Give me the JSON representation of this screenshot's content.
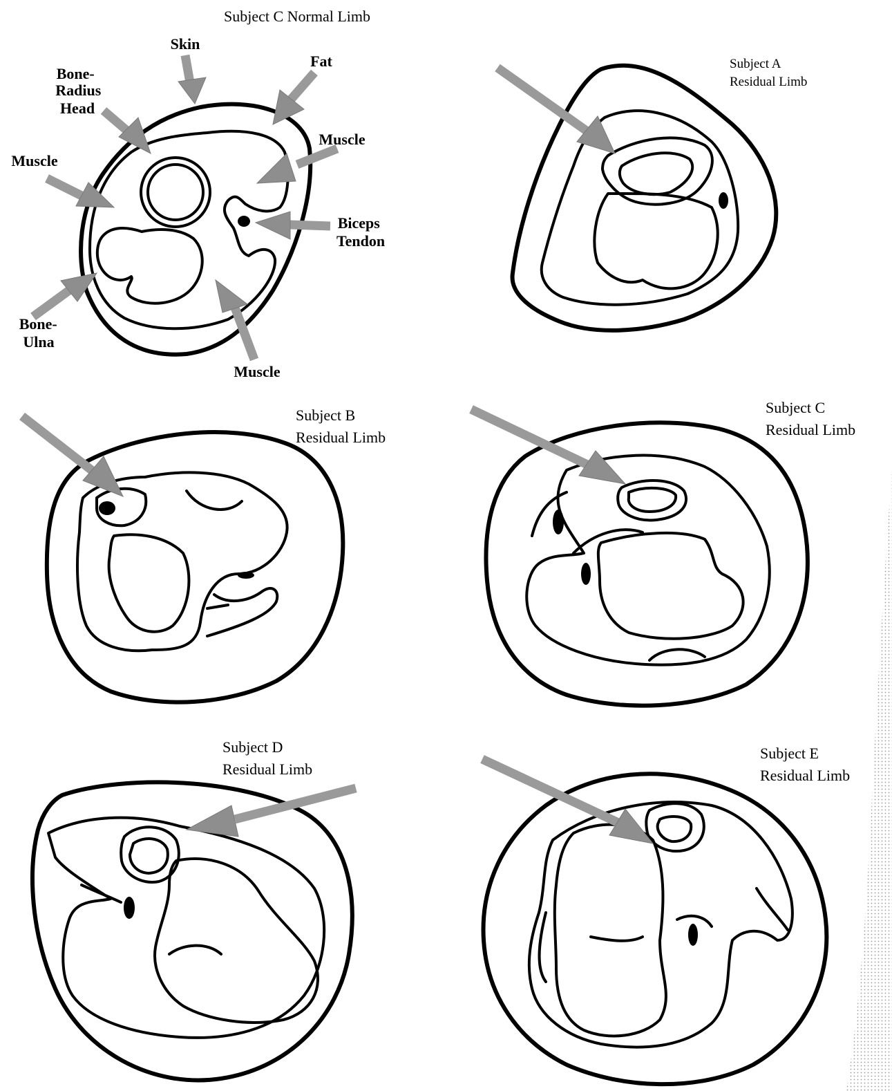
{
  "figure": {
    "panels": [
      {
        "id": "normal_c",
        "title_lines": [
          "Subject C Normal Limb"
        ]
      },
      {
        "id": "residual_a",
        "title_lines": [
          "Subject A",
          "Residual Limb"
        ]
      },
      {
        "id": "residual_b",
        "title_lines": [
          "Subject B",
          "Residual Limb"
        ]
      },
      {
        "id": "residual_c",
        "title_lines": [
          "Subject C",
          "Residual Limb"
        ]
      },
      {
        "id": "residual_d",
        "title_lines": [
          "Subject D",
          "Residual Limb"
        ]
      },
      {
        "id": "residual_e",
        "title_lines": [
          "Subject E",
          "Residual Limb"
        ]
      }
    ],
    "anatomy_labels": {
      "skin": [
        "Skin"
      ],
      "fat": [
        "Fat"
      ],
      "radius_head": [
        "Bone-",
        "Radius",
        "Head"
      ],
      "muscle_left": [
        "Muscle"
      ],
      "muscle_right": [
        "Muscle"
      ],
      "biceps_tendon": [
        "Biceps",
        "Tendon"
      ],
      "ulna": [
        "Bone-",
        "Ulna"
      ],
      "muscle_bottom": [
        "Muscle"
      ]
    },
    "colors": {
      "line": "#000000",
      "arrow": "#9a9a9a",
      "background": "#ffffff"
    }
  }
}
